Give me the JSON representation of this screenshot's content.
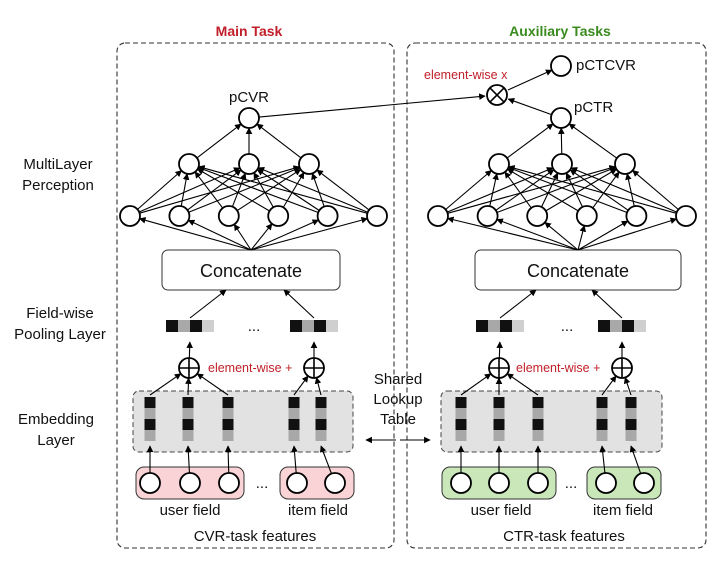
{
  "headers": {
    "main_task": "Main Task",
    "aux_tasks": "Auxiliary Tasks"
  },
  "layer_labels": {
    "mlp": [
      "MultiLayer",
      "Perception"
    ],
    "pooling": [
      "Field-wise",
      "Pooling Layer"
    ],
    "embedding": [
      "Embedding",
      "Layer"
    ]
  },
  "outputs": {
    "pcvr": "pCVR",
    "pctr": "pCTR",
    "pctcvr": "pCTCVR"
  },
  "ops": {
    "elementwise_mult": "element-wise x",
    "elementwise_plus": "element-wise +"
  },
  "concat_label": "Concatenate",
  "ellipsis": "...",
  "field_labels": {
    "user": "user field",
    "item": "item field"
  },
  "shared_table": [
    "Shared",
    "Lookup",
    "Table"
  ],
  "footers": {
    "cvr": "CVR-task features",
    "ctr": "CTR-task features"
  },
  "colors": {
    "main_header": "#c0202a",
    "aux_header": "#3a8a1e",
    "pcvr_node": "#f07a86",
    "pctr_node": "#6cc04a",
    "cvr_feature_fill": "#f9d3d6",
    "ctr_feature_fill": "#c9e7b8",
    "embedding_bg": "#e2e2e2"
  }
}
